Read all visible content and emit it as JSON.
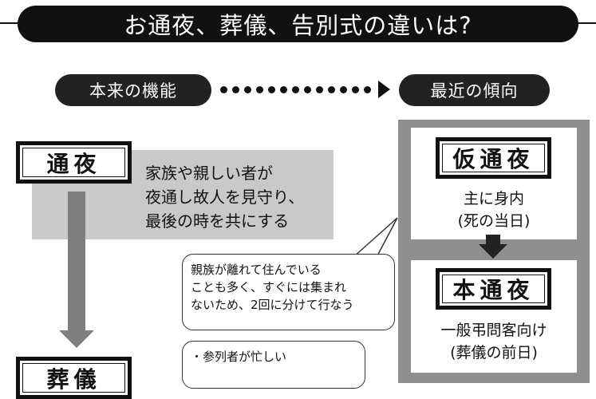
{
  "title": "お通夜、葬儀、告別式の違いは?",
  "headers": {
    "left": "本来の機能",
    "right": "最近の傾向"
  },
  "left_flow": {
    "stage1_label": "通夜",
    "stage1_desc_lines": [
      "家族や親しい者が",
      "夜通し故人を見守り、",
      "最後の時を共にする"
    ],
    "stage2_label_partial": "葬儀"
  },
  "bubble1_lines": [
    "親族が離れて住んでいる",
    "ことも多く、すぐには集まれ",
    "ないため、2回に分けて行なう"
  ],
  "bubble2_lines": [
    "・参列者が忙しい"
  ],
  "right_flow": {
    "stage1_label": "仮通夜",
    "stage1_desc_lines": [
      "主に身内",
      "(死の当日)"
    ],
    "stage2_label": "本通夜",
    "stage2_desc_lines": [
      "一般弔問客向け",
      "(葬儀の前日)"
    ]
  },
  "colors": {
    "dark": "#111111",
    "gray_note": "#c9c9c9",
    "frame_gray": "#8f8f8f",
    "arrow_gray": "#7f7f7f"
  }
}
